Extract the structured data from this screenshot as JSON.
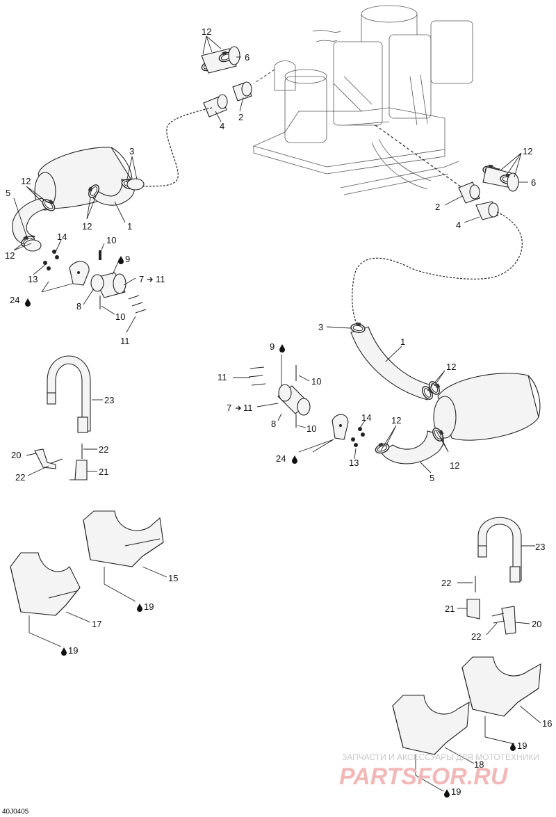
{
  "diagram": {
    "code": "40J0405",
    "watermark": {
      "line1": "ЗАПЧАСТИ И АКСЕССУАРЫ ДЛЯ МОТОТЕХНИКИ",
      "line2": "PARTSFOR.RU"
    },
    "callouts": [
      {
        "id": "c12a",
        "text": "12"
      },
      {
        "id": "c6a",
        "text": "6"
      },
      {
        "id": "c2a",
        "text": "2"
      },
      {
        "id": "c4a",
        "text": "4"
      },
      {
        "id": "c3a",
        "text": "3"
      },
      {
        "id": "c12b",
        "text": "12"
      },
      {
        "id": "c5a",
        "text": "5"
      },
      {
        "id": "c12c",
        "text": "12"
      },
      {
        "id": "c1a",
        "text": "1"
      },
      {
        "id": "c12d",
        "text": "12"
      },
      {
        "id": "c14a",
        "text": "14"
      },
      {
        "id": "c10a",
        "text": "10"
      },
      {
        "id": "c9a",
        "text": "9"
      },
      {
        "id": "c13a",
        "text": "13"
      },
      {
        "id": "c7a",
        "text": "7"
      },
      {
        "id": "c11a",
        "text": "11"
      },
      {
        "id": "c24a",
        "text": "24"
      },
      {
        "id": "c8a",
        "text": "8"
      },
      {
        "id": "c10b",
        "text": "10"
      },
      {
        "id": "c11b",
        "text": "11"
      },
      {
        "id": "c12e",
        "text": "12"
      },
      {
        "id": "c6b",
        "text": "6"
      },
      {
        "id": "c2b",
        "text": "2"
      },
      {
        "id": "c4b",
        "text": "4"
      },
      {
        "id": "c23a",
        "text": "23"
      },
      {
        "id": "c20a",
        "text": "20"
      },
      {
        "id": "c22a",
        "text": "22"
      },
      {
        "id": "c22b",
        "text": "22"
      },
      {
        "id": "c21a",
        "text": "21"
      },
      {
        "id": "c3b",
        "text": "3"
      },
      {
        "id": "c1b",
        "text": "1"
      },
      {
        "id": "c9b",
        "text": "9"
      },
      {
        "id": "c12f",
        "text": "12"
      },
      {
        "id": "c11c",
        "text": "11"
      },
      {
        "id": "c10c",
        "text": "10"
      },
      {
        "id": "c7b",
        "text": "7"
      },
      {
        "id": "c11d",
        "text": "11"
      },
      {
        "id": "c8b",
        "text": "8"
      },
      {
        "id": "c14b",
        "text": "14"
      },
      {
        "id": "c12g",
        "text": "12"
      },
      {
        "id": "c10d",
        "text": "10"
      },
      {
        "id": "c24b",
        "text": "24"
      },
      {
        "id": "c13b",
        "text": "13"
      },
      {
        "id": "c12h",
        "text": "12"
      },
      {
        "id": "c5b",
        "text": "5"
      },
      {
        "id": "c15a",
        "text": "15"
      },
      {
        "id": "c19a",
        "text": "19"
      },
      {
        "id": "c17a",
        "text": "17"
      },
      {
        "id": "c19b",
        "text": "19"
      },
      {
        "id": "c23b",
        "text": "23"
      },
      {
        "id": "c22c",
        "text": "22"
      },
      {
        "id": "c21b",
        "text": "21"
      },
      {
        "id": "c20b",
        "text": "20"
      },
      {
        "id": "c22d",
        "text": "22"
      },
      {
        "id": "c16a",
        "text": "16"
      },
      {
        "id": "c19c",
        "text": "19"
      },
      {
        "id": "c18a",
        "text": "18"
      },
      {
        "id": "c19d",
        "text": "19"
      }
    ]
  }
}
